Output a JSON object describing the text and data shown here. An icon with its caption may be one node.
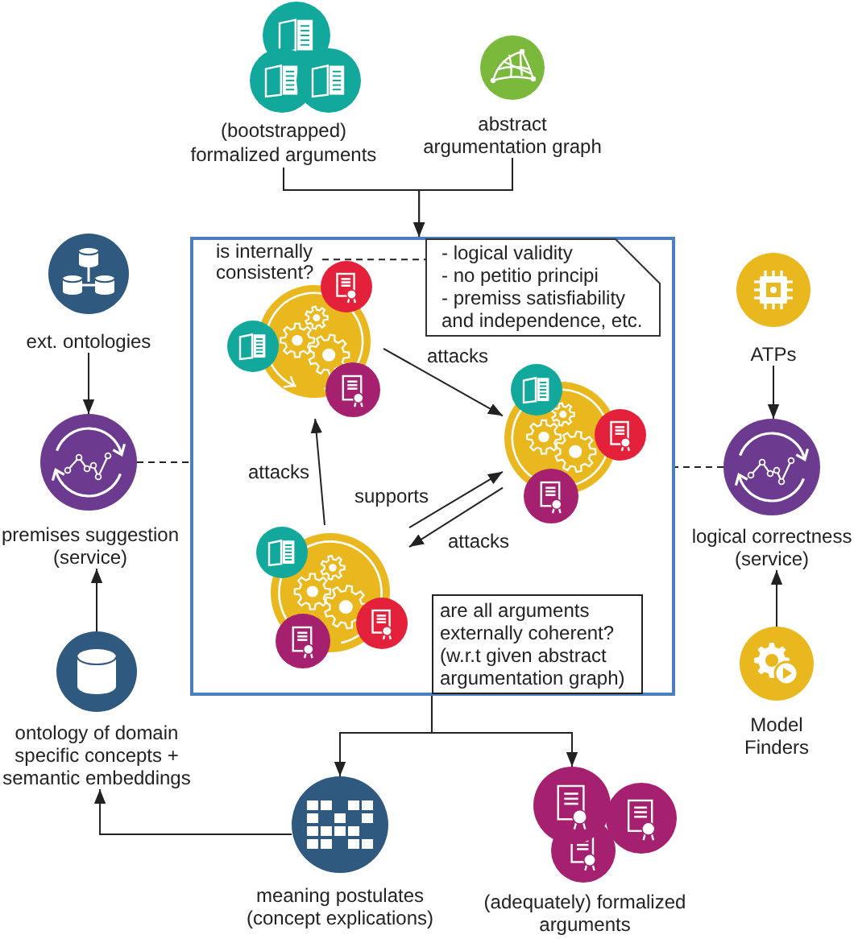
{
  "diagram": {
    "nodes": [
      {
        "text": [
          "(bootstrapped) formalized arguments"
        ]
      },
      {
        "text": [
          "abstract argumentation graph"
        ]
      },
      {
        "text": [],
        "shape": "box"
      },
      {
        "text": [
          "is internally consistent?"
        ],
        "in": 2
      },
      {
        "text": [
          "- logical validity",
          "- no petitio principi",
          "- premiss satisfiability and independence, etc."
        ],
        "in": 2
      },
      {
        "text": [],
        "shape": "picture",
        "in": 2
      },
      {
        "text": [],
        "shape": "picture",
        "in": 2
      },
      {
        "text": [],
        "shape": "picture",
        "in": 2
      },
      {
        "text": [
          "are all arguments externally coherent?",
          "(w.r.t given abstract argumentation graph)"
        ],
        "in": 2
      },
      {
        "text": [
          "ext. ontologies"
        ]
      },
      {
        "text": [
          "premises suggestion (service)"
        ]
      },
      {
        "text": [
          "ontology of domain specific concepts + semantic embeddings"
        ]
      },
      {
        "text": [
          "ATPs"
        ]
      },
      {
        "text": [
          "logical correctness (service)"
        ]
      },
      {
        "text": [
          "Model Finders"
        ]
      },
      {
        "text": [
          "meaning postulates (concept explications)"
        ]
      },
      {
        "text": [
          "(adequately) formalized arguments"
        ]
      }
    ],
    "edges": [
      {
        "from": 0,
        "to": 2,
        "arrow": "to"
      },
      {
        "from": 1,
        "to": 2,
        "arrow": "to"
      },
      {
        "from": 3,
        "to": 4,
        "arrow": "none",
        "style": "dashed"
      },
      {
        "from": 5,
        "to": 6,
        "arrow": "to",
        "label": "attacks"
      },
      {
        "from": 7,
        "to": 5,
        "arrow": "to",
        "label": "attacks"
      },
      {
        "from": 7,
        "to": 6,
        "arrow": "to",
        "label": "supports"
      },
      {
        "from": 6,
        "to": 7,
        "arrow": "to",
        "label": "attacks"
      },
      {
        "from": 9,
        "to": 10,
        "arrow": "to"
      },
      {
        "from": 11,
        "to": 10,
        "arrow": "to"
      },
      {
        "from": 10,
        "to": 2,
        "arrow": "none",
        "style": "dashed"
      },
      {
        "from": 12,
        "to": 13,
        "arrow": "to"
      },
      {
        "from": 14,
        "to": 13,
        "arrow": "to"
      },
      {
        "from": 13,
        "to": 2,
        "arrow": "none",
        "style": "dashed"
      },
      {
        "from": 2,
        "to": 15,
        "arrow": "to"
      },
      {
        "from": 2,
        "to": 16,
        "arrow": "to"
      },
      {
        "from": 15,
        "to": 11,
        "arrow": "to"
      }
    ]
  }
}
